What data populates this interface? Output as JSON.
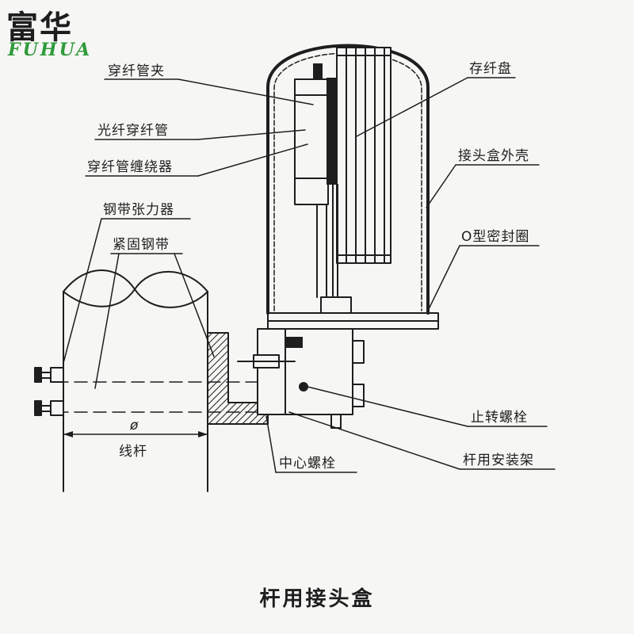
{
  "brand": {
    "name_cn": "富华",
    "name_en": "FUHUA",
    "accent": "#2e9a3a"
  },
  "title": "杆用接头盒",
  "labels": {
    "fiber_tube_clamp": "穿纤管夹",
    "optical_fiber_tube": "光纤穿纤管",
    "tube_winder": "穿纤管缠绕器",
    "band_tensioner": "钢带张力器",
    "fastening_band": "紧固钢带",
    "fiber_tray": "存纤盘",
    "closure_shell": "接头盒外壳",
    "o_ring": "O型密封圈",
    "anti_rotation_bolt": "止转螺栓",
    "pole_bracket": "杆用安装架",
    "center_bolt": "中心螺栓",
    "diameter_symbol": "ø",
    "pole": "线杆"
  },
  "colors": {
    "line": "#1e1e1e",
    "paper": "#f6f6f4",
    "hatch": "#1e1e1e"
  }
}
